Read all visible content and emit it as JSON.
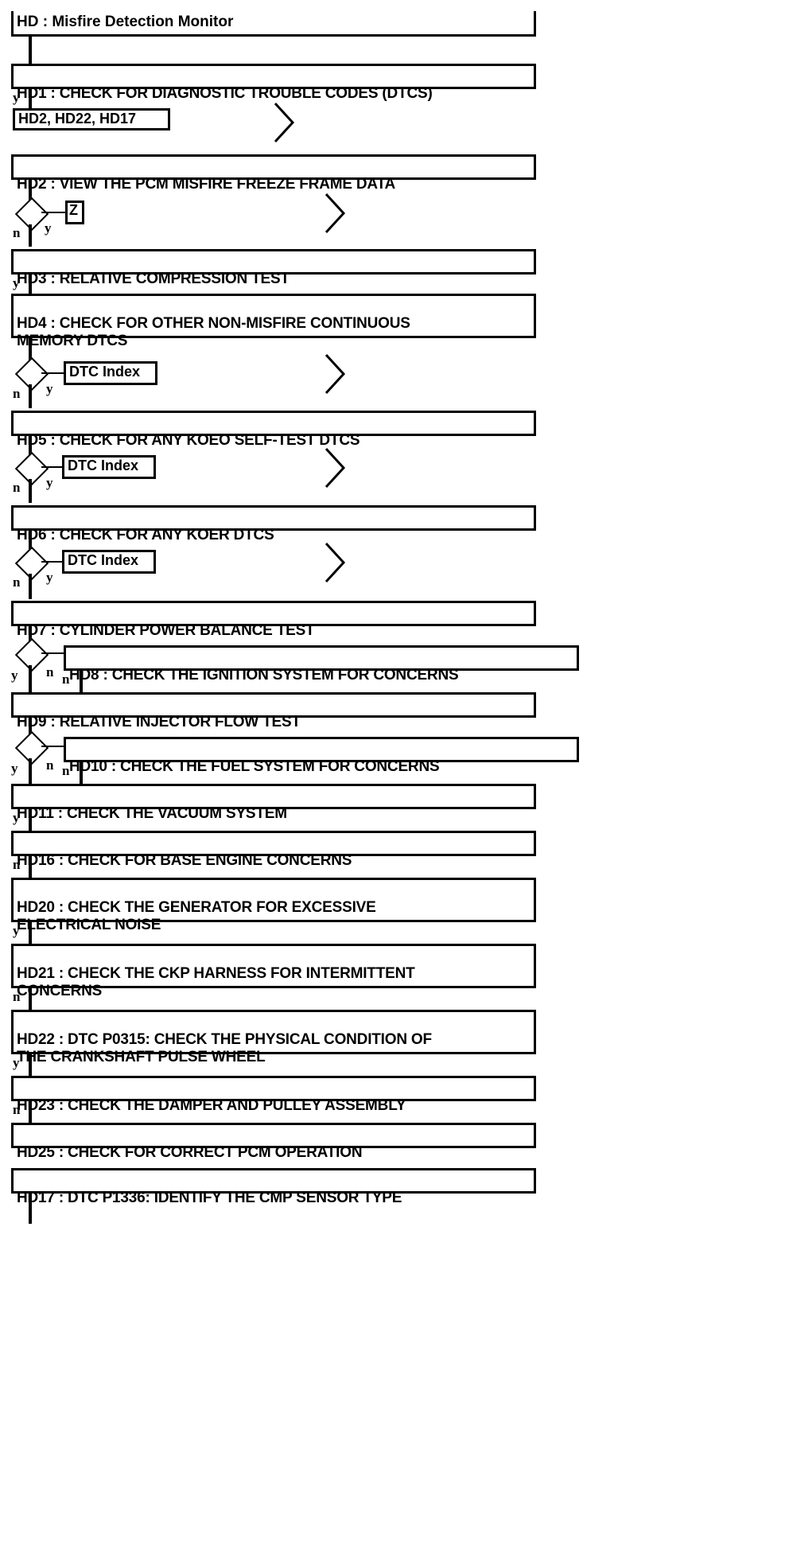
{
  "diagram": {
    "title": "HD : Misfire Detection Monitor",
    "type": "flowchart",
    "style": {
      "line_color": "#000000",
      "fill_color": "#ffffff",
      "text_color": "#000000"
    },
    "nodes": [
      {
        "id": "HD",
        "label": "HD : Misfire Detection Monitor",
        "kind": "title"
      },
      {
        "id": "HD1",
        "label": "HD1 : CHECK FOR DIAGNOSTIC TROUBLE CODES (DTCS)",
        "kind": "step"
      },
      {
        "id": "REF1",
        "label": "HD2, HD22, HD17",
        "kind": "reference"
      },
      {
        "id": "HD2",
        "label": "HD2 : VIEW THE PCM MISFIRE FREEZE FRAME DATA",
        "kind": "step"
      },
      {
        "id": "REFZ",
        "label": "Z",
        "kind": "reference"
      },
      {
        "id": "HD3",
        "label": "HD3 : RELATIVE COMPRESSION TEST",
        "kind": "step"
      },
      {
        "id": "HD4",
        "label": "HD4 : CHECK FOR OTHER NON-MISFIRE CONTINUOUS\nMEMORY DTCS",
        "kind": "step"
      },
      {
        "id": "REF2",
        "label": "DTC Index",
        "kind": "reference"
      },
      {
        "id": "HD5",
        "label": "HD5 : CHECK FOR ANY KOEO SELF-TEST DTCS",
        "kind": "step"
      },
      {
        "id": "REF3",
        "label": "DTC Index",
        "kind": "reference"
      },
      {
        "id": "HD6",
        "label": "HD6 : CHECK FOR ANY KOER DTCS",
        "kind": "step"
      },
      {
        "id": "REF4",
        "label": "DTC Index",
        "kind": "reference"
      },
      {
        "id": "HD7",
        "label": "HD7 : CYLINDER POWER BALANCE TEST",
        "kind": "step"
      },
      {
        "id": "HD8",
        "label": "HD8 : CHECK THE IGNITION SYSTEM FOR CONCERNS",
        "kind": "step"
      },
      {
        "id": "HD9",
        "label": "HD9 : RELATIVE INJECTOR FLOW TEST",
        "kind": "step"
      },
      {
        "id": "HD10",
        "label": "HD10 : CHECK THE FUEL SYSTEM FOR CONCERNS",
        "kind": "step"
      },
      {
        "id": "HD11",
        "label": "HD11 : CHECK THE VACUUM SYSTEM",
        "kind": "step"
      },
      {
        "id": "HD16",
        "label": "HD16 : CHECK FOR BASE ENGINE CONCERNS",
        "kind": "step"
      },
      {
        "id": "HD20",
        "label": "HD20 : CHECK THE GENERATOR FOR EXCESSIVE\nELECTRICAL NOISE",
        "kind": "step"
      },
      {
        "id": "HD21",
        "label": "HD21 : CHECK THE CKP HARNESS FOR INTERMITTENT\nCONCERNS",
        "kind": "step"
      },
      {
        "id": "HD22",
        "label": "HD22 : DTC P0315: CHECK THE PHYSICAL CONDITION OF\nTHE CRANKSHAFT PULSE WHEEL",
        "kind": "step"
      },
      {
        "id": "HD23",
        "label": "HD23 : CHECK THE DAMPER AND PULLEY ASSEMBLY",
        "kind": "step"
      },
      {
        "id": "HD25",
        "label": "HD25 : CHECK FOR CORRECT PCM OPERATION",
        "kind": "step"
      },
      {
        "id": "HD17",
        "label": "HD17 : DTC P1336: IDENTIFY THE CMP SENSOR TYPE",
        "kind": "step"
      }
    ],
    "edge_labels": {
      "hd1_yes": "y",
      "hd2_no": "n",
      "hd2_yes": "y",
      "hd3_yes": "y",
      "hd4_no": "n",
      "hd4_yes": "y",
      "hd5_no": "n",
      "hd5_yes": "y",
      "hd6_no": "n",
      "hd6_yes": "y",
      "hd7_yes": "y",
      "hd7_no": "n",
      "hd8_no": "n",
      "hd9_yes": "y",
      "hd9_no": "n",
      "hd10_no": "n",
      "hd11_yes": "y",
      "hd16_no": "n",
      "hd20_yes": "y",
      "hd21_no": "n",
      "hd22_yes": "y",
      "hd23_no": "n"
    },
    "offpage_connectors": [
      {
        "name": "chevron-after-ref1"
      },
      {
        "name": "chevron-after-refz"
      },
      {
        "name": "chevron-after-ref2"
      },
      {
        "name": "chevron-after-ref3"
      },
      {
        "name": "chevron-after-ref4"
      }
    ]
  }
}
